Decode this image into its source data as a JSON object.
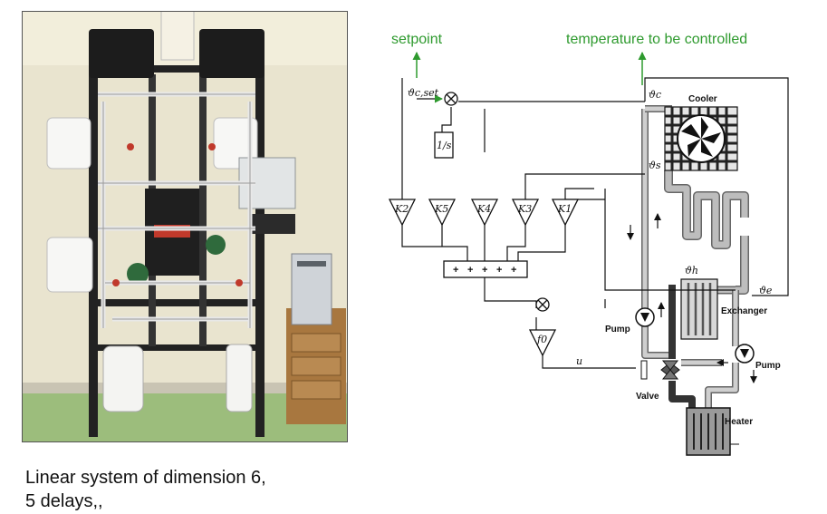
{
  "caption": {
    "line1": "Linear system of dimension 6,",
    "line2": "5 delays,,"
  },
  "diagram": {
    "setpoint_label": "setpoint",
    "controlled_label": "temperature to be controlled",
    "theta_c_set": "ϑc,set",
    "theta_c": "ϑc",
    "theta_s": "ϑs",
    "theta_h": "ϑh",
    "theta_e": "ϑe",
    "integrator": "1/s",
    "gain_labels": [
      "K2",
      "K5",
      "K4",
      "K3",
      "K1"
    ],
    "gain_f0": "f0",
    "signal_u": "u",
    "plus_signs": [
      "+",
      "+",
      "+",
      "+",
      "+"
    ],
    "cooler": "Cooler",
    "exchanger": "Exchanger",
    "pump_left": "Pump",
    "pump_right": "Pump",
    "valve": "Valve",
    "heater": "Heater"
  },
  "colors": {
    "label_green": "#2e9a2e",
    "pipe_gray": "#b5b5b5",
    "pipe_dark": "#3a3a3a"
  }
}
